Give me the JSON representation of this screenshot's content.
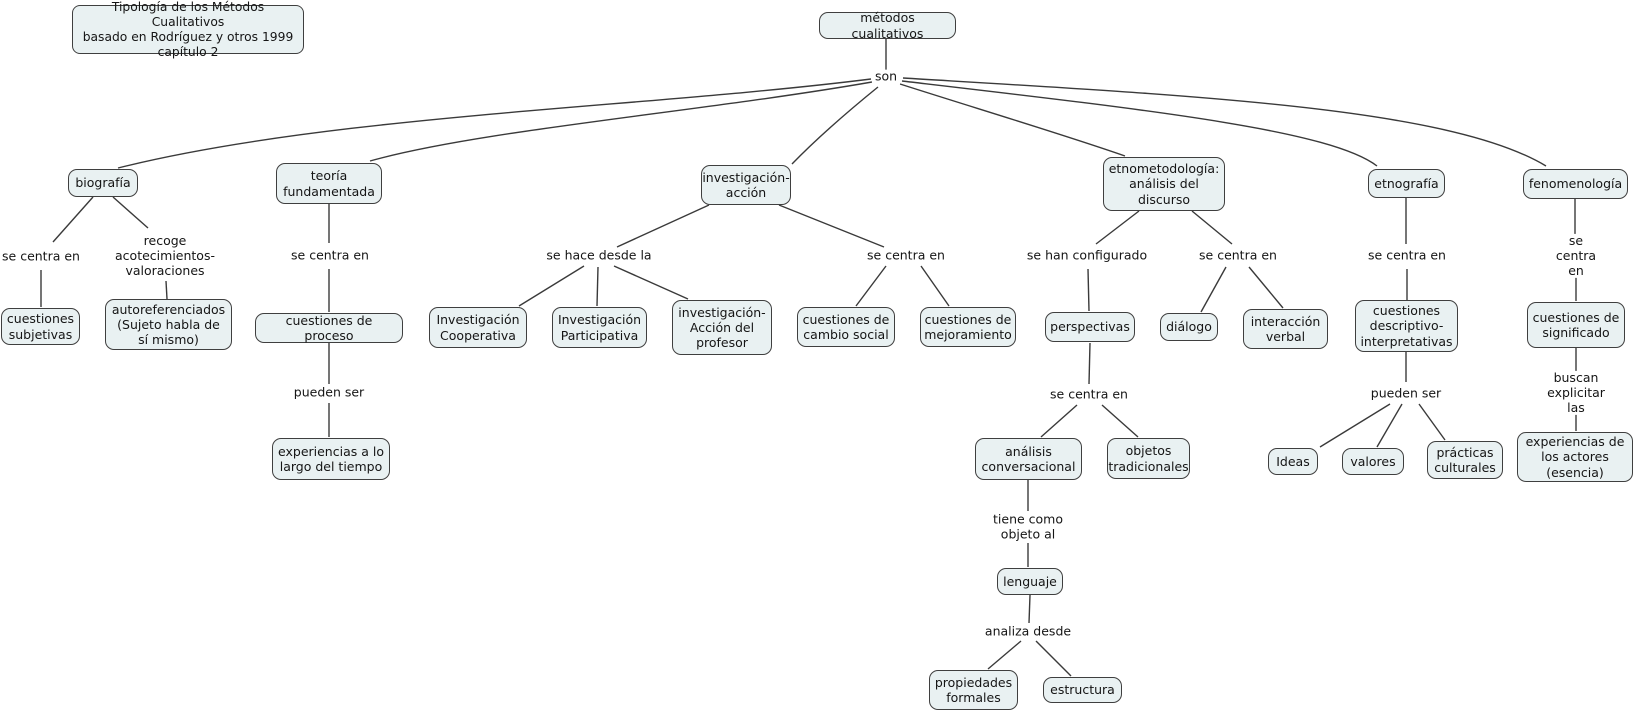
{
  "colors": {
    "background": "#ffffff",
    "node_fill": "#e9f1f2",
    "node_border": "#3f3f3f",
    "line": "#3a3a3a",
    "text": "#151515"
  },
  "title_box": "Tipología de los Métodos Cualitativos\nbasado en Rodríguez y otros 1999\ncapítulo 2",
  "nodes": {
    "metodos_cualitativos": "métodos cualitativos",
    "biografia": "biografía",
    "teoria_fundamentada": "teoría\nfundamentada",
    "investigacion_accion": "investigación-\nacción",
    "etnometodologia": "etnometodología:\nanálisis del\ndiscurso",
    "etnografia": "etnografía",
    "fenomenologia": "fenomenología",
    "cuestiones_subjetivas": "cuestiones\nsubjetivas",
    "autoreferenciados": "autoreferenciados\n(Sujeto habla de\nsí mismo)",
    "cuestiones_de_proceso": "cuestiones de proceso",
    "experiencias_tiempo": "experiencias a lo\nlargo del tiempo",
    "investigacion_cooperativa": "Investigación\nCooperativa",
    "investigacion_participativa": "Investigación\nParticipativa",
    "investigacion_accion_profesor": "investigación-\nAcción del\nprofesor",
    "cuestiones_cambio_social": "cuestiones de\ncambio social",
    "cuestiones_mejoramiento": "cuestiones de\nmejoramiento",
    "perspectivas": "perspectivas",
    "dialogo": "diálogo",
    "interaccion_verbal": "interacción\nverbal",
    "cuestiones_descriptivo": "cuestiones\ndescriptivo-\ninterpretativas",
    "cuestiones_significado": "cuestiones de\nsignificado",
    "experiencias_actores": "experiencias de\nlos actores\n(esencia)",
    "analisis_conversacional": "análisis\nconversacional",
    "objetos_tradicionales": "objetos\ntradicionales",
    "lenguaje": "lenguaje",
    "propiedades_formales": "propiedades\nformales",
    "estructura": "estructura",
    "ideas": "Ideas",
    "valores": "valores",
    "practicas_culturales": "prácticas\nculturales"
  },
  "links": {
    "son": "son",
    "biografia_se_centra": "se centra en",
    "biografia_recoge": "recoge\nacotecimientos-\nvaloraciones",
    "teoria_se_centra": "se centra en",
    "teoria_pueden_ser": "pueden ser",
    "ia_se_hace": "se hace desde la",
    "ia_se_centra": "se centra en",
    "etno_configurado": "se han configurado",
    "etno_se_centra": "se centra en",
    "persp_se_centra": "se centra en",
    "tiene_objeto": "tiene como\nobjeto al",
    "analiza_desde": "analiza desde",
    "etnografia_se_centra": "se centra en",
    "etnografia_pueden_ser": "pueden ser",
    "fenom_se_centra": "se centra en",
    "buscan_explicitar": "buscan explicitar las"
  },
  "edges": [
    {
      "from": "métodos cualitativos",
      "label": "son",
      "to": "biografía"
    },
    {
      "from": "métodos cualitativos",
      "label": "son",
      "to": "teoría fundamentada"
    },
    {
      "from": "métodos cualitativos",
      "label": "son",
      "to": "investigación-acción"
    },
    {
      "from": "métodos cualitativos",
      "label": "son",
      "to": "etnometodología: análisis del discurso"
    },
    {
      "from": "métodos cualitativos",
      "label": "son",
      "to": "etnografía"
    },
    {
      "from": "métodos cualitativos",
      "label": "son",
      "to": "fenomenología"
    },
    {
      "from": "biografía",
      "label": "se centra en",
      "to": "cuestiones subjetivas"
    },
    {
      "from": "biografía",
      "label": "recoge acotecimientos-valoraciones",
      "to": "autoreferenciados (Sujeto habla de sí mismo)"
    },
    {
      "from": "teoría fundamentada",
      "label": "se centra en",
      "to": "cuestiones de proceso"
    },
    {
      "from": "cuestiones de proceso",
      "label": "pueden ser",
      "to": "experiencias a lo largo del tiempo"
    },
    {
      "from": "investigación-acción",
      "label": "se hace desde la",
      "to": "Investigación Cooperativa"
    },
    {
      "from": "investigación-acción",
      "label": "se hace desde la",
      "to": "Investigación Participativa"
    },
    {
      "from": "investigación-acción",
      "label": "se hace desde la",
      "to": "investigación-Acción del profesor"
    },
    {
      "from": "investigación-acción",
      "label": "se centra en",
      "to": "cuestiones de cambio social"
    },
    {
      "from": "investigación-acción",
      "label": "se centra en",
      "to": "cuestiones de mejoramiento"
    },
    {
      "from": "etnometodología: análisis del discurso",
      "label": "se han configurado",
      "to": "perspectivas"
    },
    {
      "from": "etnometodología: análisis del discurso",
      "label": "se centra en",
      "to": "diálogo"
    },
    {
      "from": "etnometodología: análisis del discurso",
      "label": "se centra en",
      "to": "interacción verbal"
    },
    {
      "from": "perspectivas",
      "label": "se centra en",
      "to": "análisis conversacional"
    },
    {
      "from": "perspectivas",
      "label": "se centra en",
      "to": "objetos tradicionales"
    },
    {
      "from": "análisis conversacional",
      "label": "tiene como objeto al",
      "to": "lenguaje"
    },
    {
      "from": "lenguaje",
      "label": "analiza desde",
      "to": "propiedades formales"
    },
    {
      "from": "lenguaje",
      "label": "analiza desde",
      "to": "estructura"
    },
    {
      "from": "etnografía",
      "label": "se centra en",
      "to": "cuestiones descriptivo-interpretativas"
    },
    {
      "from": "cuestiones descriptivo-interpretativas",
      "label": "pueden ser",
      "to": "Ideas"
    },
    {
      "from": "cuestiones descriptivo-interpretativas",
      "label": "pueden ser",
      "to": "valores"
    },
    {
      "from": "cuestiones descriptivo-interpretativas",
      "label": "pueden ser",
      "to": "prácticas culturales"
    },
    {
      "from": "fenomenología",
      "label": "se centra en",
      "to": "cuestiones de significado"
    },
    {
      "from": "cuestiones de significado",
      "label": "buscan explicitar las",
      "to": "experiencias de los actores (esencia)"
    }
  ]
}
